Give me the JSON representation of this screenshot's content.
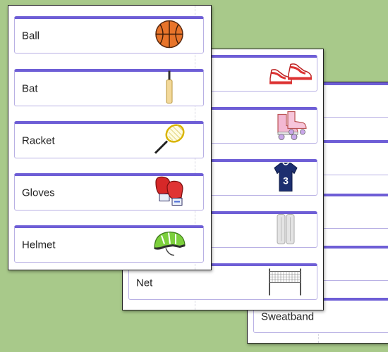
{
  "sheet_front": {
    "cards": [
      {
        "label": "Ball",
        "icon": "basketball-icon"
      },
      {
        "label": "Bat",
        "icon": "cricket-bat-icon"
      },
      {
        "label": "Racket",
        "icon": "tennis-racket-icon"
      },
      {
        "label": "Gloves",
        "icon": "boxing-gloves-icon"
      },
      {
        "label": "Helmet",
        "icon": "bike-helmet-icon"
      }
    ]
  },
  "sheet_middle": {
    "cards": [
      {
        "label": "",
        "icon": "sneakers-icon"
      },
      {
        "label": "",
        "icon": "roller-skates-icon"
      },
      {
        "label": "",
        "icon": "jersey-icon"
      },
      {
        "label": "",
        "icon": "leg-pads-icon"
      },
      {
        "label": "Net",
        "icon": "net-icon"
      }
    ]
  },
  "sheet_back": {
    "cards": [
      {
        "label": ""
      },
      {
        "label": ""
      },
      {
        "label": ""
      },
      {
        "label": ""
      },
      {
        "label": "Sweatband"
      }
    ]
  },
  "colors": {
    "background": "#a8c98a",
    "card_accent": "#6e5ed6",
    "card_border": "#b8b0e4"
  }
}
